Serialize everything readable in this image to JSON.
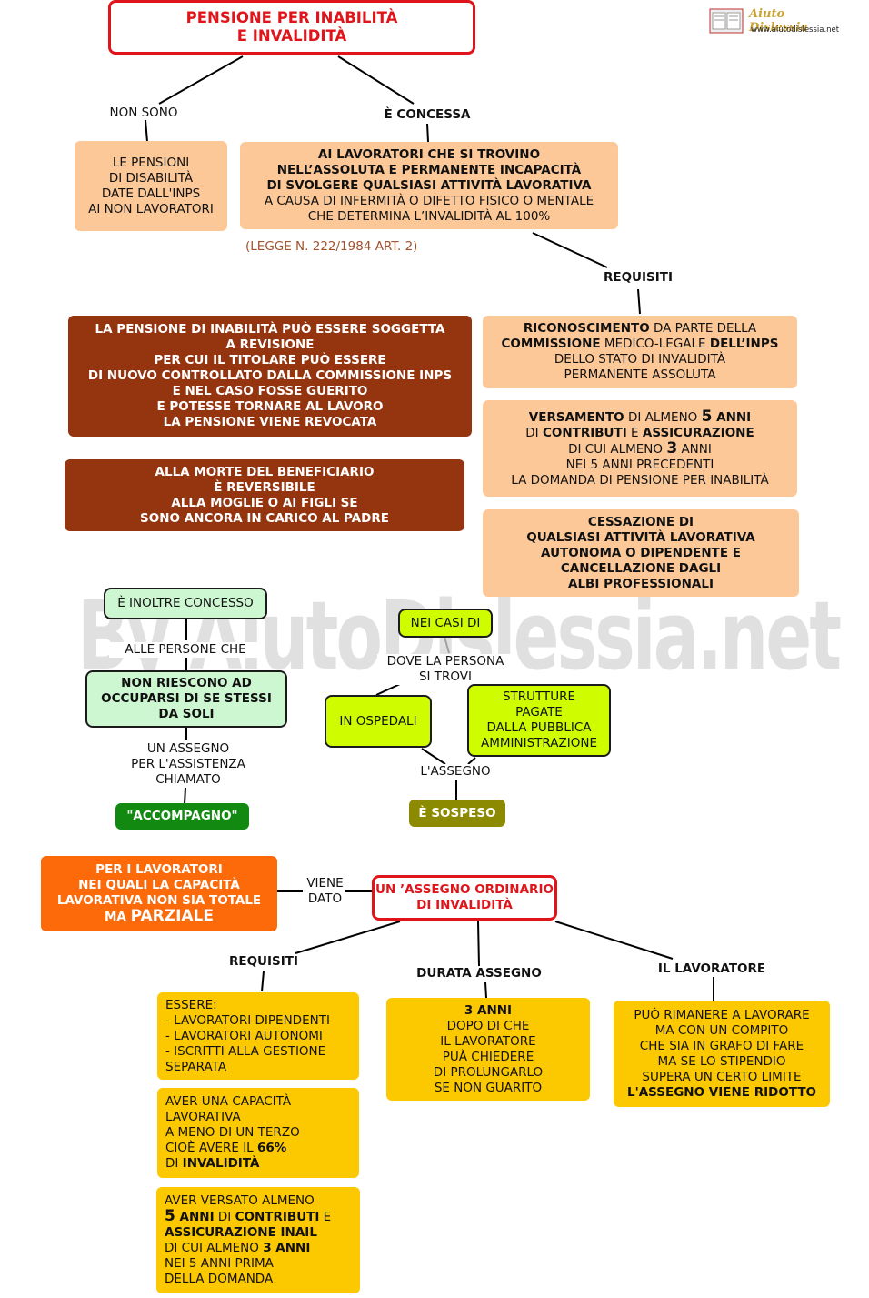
{
  "logo": {
    "name": "Aiuto Dislessia",
    "url": "www.aiutodislessia.net"
  },
  "watermark": "By AiutoDislessia.net",
  "title": [
    "PENSIONE PER INABILITÀ",
    "E INVALIDITÀ"
  ],
  "labels": {
    "non_sono": "NON SONO",
    "e_concessa": "È CONCESSA",
    "legge": "(LEGGE N. 222/1984 ART. 2)",
    "requisiti_1": "REQUISITI",
    "alle_persone": "ALLE PERSONE CHE",
    "assegno_assistenza": [
      "UN ASSEGNO",
      "PER L'ASSISTENZA",
      "CHIAMATO"
    ],
    "dove_persona": [
      "DOVE LA PERSONA",
      "SI TROVI"
    ],
    "l_assegno": "L'ASSEGNO",
    "viene_dato": [
      "VIENE",
      "DATO"
    ],
    "requisiti_2": "REQUISITI",
    "durata_assegno": "DURATA ASSEGNO",
    "il_lavoratore": "IL LAVORATORE"
  },
  "boxes": {
    "non_lavoratori": [
      "LE PENSIONI",
      "DI DISABILITÀ",
      "DATE DALL'INPS",
      "AI NON LAVORATORI"
    ],
    "lavoratori": {
      "bold": [
        "AI LAVORATORI CHE SI TROVINO",
        "NELL’ASSOLUTA E PERMANENTE INCAPACITÀ",
        "DI SVOLGERE QUALSIASI ATTIVITÀ LAVORATIVA"
      ],
      "normal": [
        "A CAUSA DI INFERMITÀ O DIFETTO FISICO O MENTALE",
        "CHE DETERMINA L’INVALIDITÀ AL 100%"
      ]
    },
    "revisione": [
      "LA PENSIONE DI INABILITÀ PUÒ ESSERE SOGGETTA",
      "A  REVISIONE",
      "PER CUI IL TITOLARE PUÒ ESSERE",
      "DI NUOVO CONTROLLATO DALLA COMMISSIONE INPS",
      "E NEL CASO FOSSE GUERITO",
      "E POTESSE TORNARE AL LAVORO",
      "LA PENSIONE VIENE REVOCATA"
    ],
    "morte": [
      "ALLA MORTE DEL BENEFICIARIO",
      "È REVERSIBILE",
      "ALLA MOGLIE O AI FIGLI SE",
      "SONO ANCORA IN CARICO AL PADRE"
    ],
    "riconoscimento": {
      "l1_bold": "RICONOSCIMENTO",
      "l1_rest": " DA PARTE DELLA",
      "l2_bold": "COMMISSIONE",
      "l2_mid": " MEDICO-LEGALE ",
      "l2_bold2": "DELL’INPS",
      "l3": "DELLO STATO DI INVALIDITÀ",
      "l4": "PERMANENTE ASSOLUTA"
    },
    "versamento": {
      "l1_bold": "VERSAMENTO",
      "l1_mid": " DI ALMENO ",
      "l1_num": "5",
      "l1_bold2": " ANNI",
      "l2_pre": "DI ",
      "l2_bold": "CONTRIBUTI",
      "l2_mid": " E ",
      "l2_bold2": "ASSICURAZIONE",
      "l3_pre": "DI CUI ALMENO ",
      "l3_num": "3",
      "l3_post": " ANNI",
      "l4": "NEI 5 ANNI PRECEDENTI",
      "l5": "LA DOMANDA DI PENSIONE PER INABILITÀ"
    },
    "cessazione": [
      "CESSAZIONE DI",
      "QUALSIASI ATTIVITÀ LAVORATIVA",
      "AUTONOMA O DIPENDENTE E",
      "CANCELLAZIONE DAGLI",
      "ALBI PROFESSIONALI"
    ],
    "inoltre": "È INOLTRE CONCESSO",
    "non_riescono": [
      "NON RIESCONO AD",
      "OCCUPARSI DI SE STESSI",
      "DA SOLI"
    ],
    "accompagno": "\"ACCOMPAGNO\"",
    "nei_casi": "NEI CASI DI",
    "ospedali": "IN OSPEDALI",
    "strutture": [
      "STRUTTURE",
      "PAGATE",
      "DALLA PUBBLICA",
      "AMMINISTRAZIONE"
    ],
    "sospeso": "È SOSPESO",
    "parziale": {
      "lines": [
        "PER I LAVORATORI",
        "NEI QUALI LA CAPACITÀ",
        "LAVORATIVA NON SIA TOTALE"
      ],
      "ma": "MA ",
      "big": "PARZIALE"
    },
    "ordinario": [
      "UN ’ASSEGNO ORDINARIO",
      "DI INVALIDITÀ"
    ],
    "essere": [
      "ESSERE:",
      "- LAVORATORI DIPENDENTI",
      "- LAVORATORI AUTONOMI",
      "- ISCRITTI ALLA GESTIONE",
      "SEPARATA"
    ],
    "capacita": {
      "lines": [
        "AVER UNA CAPACITÀ",
        "LAVORATIVA",
        "A MENO DI UN TERZO"
      ],
      "l4_pre": "CIOÈ AVERE IL  ",
      "l4_bold": "66%",
      "l5_pre": "DI ",
      "l5_bold": "INVALIDITÀ"
    },
    "versato": {
      "l1": "AVER VERSATO ALMENO",
      "l2_num": "5",
      "l2_bold": " ANNI",
      "l2_mid": " DI ",
      "l2_bold2": "CONTRIBUTI",
      "l2_post": " E",
      "l3_bold": "ASSICURAZIONE INAIL",
      "l4_pre": "DI CUI ALMENO ",
      "l4_bold": "3 ANNI",
      "l5": "NEI 5 ANNI PRIMA",
      "l6": "DELLA DOMANDA"
    },
    "durata": {
      "bold": "3 ANNI",
      "lines": [
        "DOPO DI CHE",
        "IL LAVORATORE",
        "PUÀ CHIEDERE",
        "DI PROLUNGARLO",
        "SE NON GUARITO"
      ]
    },
    "lavoratore": {
      "lines": [
        "PUÒ RIMANERE A LAVORARE",
        "MA CON UN COMPITO",
        "CHE SIA IN GRAFO DI FARE",
        "MA SE LO STIPENDIO",
        "SUPERA UN CERTO LIMITE"
      ],
      "bold": "L'ASSEGNO VIENE RIDOTTO"
    }
  },
  "colors": {
    "title_red": "#e0151b",
    "peach": "#fcc897",
    "brown": "#953510",
    "mint": "#cdf7d1",
    "lime": "#d0fc00",
    "green": "#128a12",
    "olive": "#8c8a00",
    "orange": "#fc6a0a",
    "yellow": "#fcc800"
  }
}
